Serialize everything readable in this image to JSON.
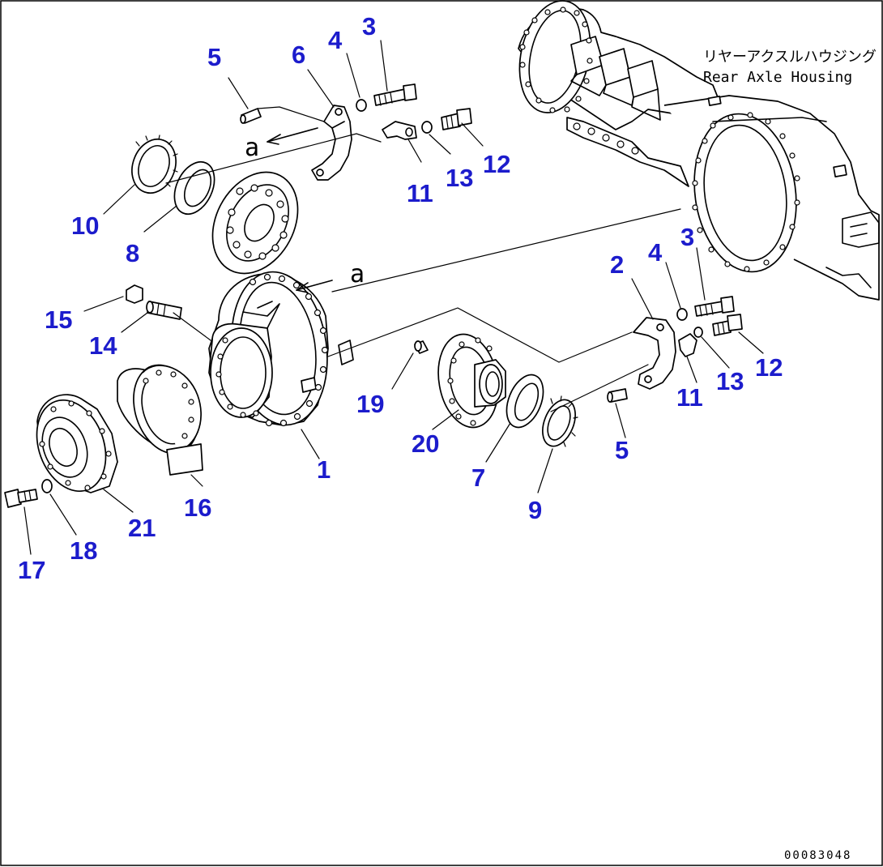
{
  "caption": {
    "jp": "リヤーアクスルハウジング",
    "en": "Rear Axle Housing"
  },
  "markers": [
    "a",
    "a"
  ],
  "drawing_code": "00083048",
  "callouts": [
    "1",
    "2",
    "3",
    "3",
    "4",
    "4",
    "5",
    "5",
    "6",
    "7",
    "8",
    "9",
    "10",
    "11",
    "11",
    "12",
    "12",
    "13",
    "13",
    "14",
    "15",
    "16",
    "17",
    "18",
    "19",
    "20",
    "21"
  ]
}
